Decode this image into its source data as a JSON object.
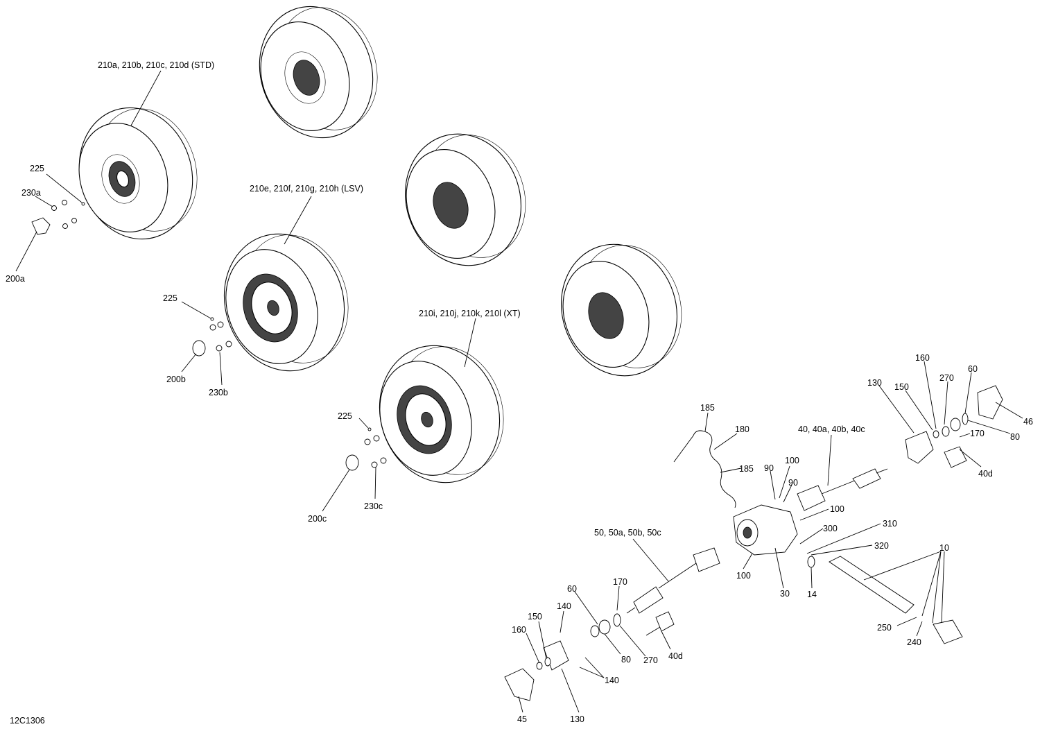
{
  "diagram_id": "12C1306",
  "groups": {
    "wheel_std": "210a, 210b, 210c, 210d (STD)",
    "wheel_lsv": "210e, 210f, 210g, 210h (LSV)",
    "wheel_xt": "210i, 210j, 210k, 210l (XT)",
    "axle_rh": "40, 40a, 40b, 40c",
    "axle_lh": "50, 50a, 50b, 50c"
  },
  "callouts": {
    "c225a": "225",
    "c230a": "230a",
    "c200a": "200a",
    "c225b": "225",
    "c200b": "200b",
    "c230b": "230b",
    "c225c": "225",
    "c200c": "200c",
    "c230c": "230c",
    "c185a": "185",
    "c180": "180",
    "c185b": "185",
    "c90a": "90",
    "c100a": "100",
    "c90b": "90",
    "c100b": "100",
    "c300": "300",
    "c310": "310",
    "c320": "320",
    "c100c": "100",
    "c30": "30",
    "c14": "14",
    "c10": "10",
    "c250": "250",
    "c240": "240",
    "c130a": "130",
    "c150a": "150",
    "c160a": "160",
    "c270a": "270",
    "c60a": "60",
    "c46": "46",
    "c170a": "170",
    "c80a": "80",
    "c40d_a": "40d",
    "c60b": "60",
    "c170b": "170",
    "c140a": "140",
    "c150b": "150",
    "c160b": "160",
    "c80b": "80",
    "c270b": "270",
    "c40d_b": "40d",
    "c140b": "140",
    "c45": "45",
    "c130b": "130"
  }
}
